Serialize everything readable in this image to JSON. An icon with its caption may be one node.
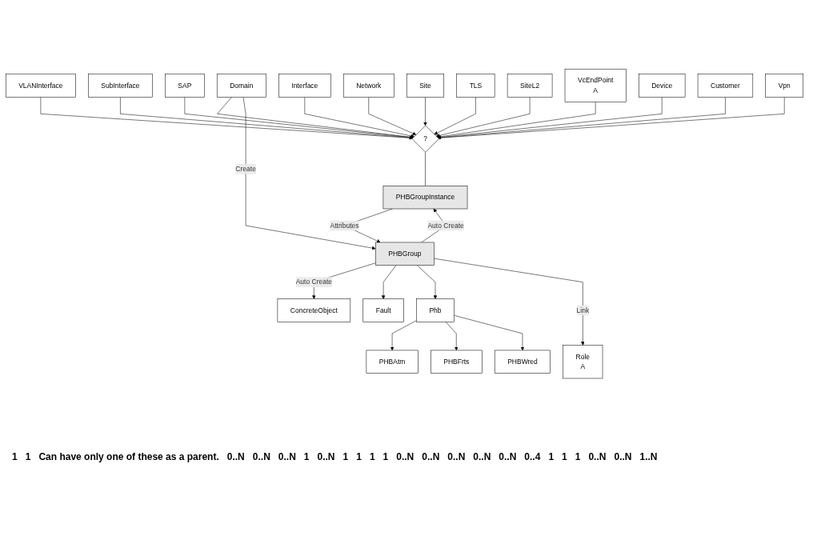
{
  "diagram": {
    "nodes": [
      {
        "text": [
          "VLANInterface"
        ]
      },
      {
        "text": [
          "SubInterface"
        ]
      },
      {
        "text": [
          "SAP"
        ]
      },
      {
        "text": [
          "Interface"
        ]
      },
      {
        "text": [
          "Network"
        ]
      },
      {
        "text": [
          "Site"
        ]
      },
      {
        "text": [
          "Domain"
        ]
      },
      {
        "text": [
          "TLS"
        ]
      },
      {
        "text": [
          "SiteL2"
        ]
      },
      {
        "text": [
          "VcEndPoint",
          "A"
        ]
      },
      {
        "text": [
          "Device"
        ]
      },
      {
        "text": [
          "Customer"
        ]
      },
      {
        "text": [
          "Vpn"
        ]
      },
      {
        "text": [
          "?"
        ]
      },
      {
        "text": [
          "PHBGroupInstance"
        ]
      },
      {
        "text": [
          "PHBGroup"
        ]
      },
      {
        "text": [
          "ConcreteObject"
        ]
      },
      {
        "text": [
          "Fault"
        ]
      },
      {
        "text": [
          "Phb"
        ]
      },
      {
        "text": [
          "Role",
          "A"
        ]
      },
      {
        "text": [
          "PHBAtm"
        ]
      },
      {
        "text": [
          "PHBFrts"
        ]
      },
      {
        "text": [
          "PHBWred"
        ]
      }
    ],
    "edges": [
      {
        "from": 0,
        "to": 13,
        "arrow": "to"
      },
      {
        "from": 1,
        "to": 13,
        "arrow": "to"
      },
      {
        "from": 2,
        "to": 13,
        "arrow": "to"
      },
      {
        "from": 3,
        "to": 13,
        "arrow": "to"
      },
      {
        "from": 4,
        "to": 13,
        "arrow": "to"
      },
      {
        "from": 5,
        "to": 13,
        "arrow": "to"
      },
      {
        "from": 6,
        "to": 13,
        "arrow": "to"
      },
      {
        "from": 7,
        "to": 13,
        "arrow": "to"
      },
      {
        "from": 8,
        "to": 13,
        "arrow": "to"
      },
      {
        "from": 9,
        "to": 13,
        "arrow": "to"
      },
      {
        "from": 10,
        "to": 13,
        "arrow": "to"
      },
      {
        "from": 11,
        "to": 13,
        "arrow": "to"
      },
      {
        "from": 12,
        "to": 13,
        "arrow": "to"
      },
      {
        "from": 13,
        "to": 14,
        "arrow": "none"
      },
      {
        "from": 6,
        "to": 15,
        "label": "Create",
        "arrow": "to"
      },
      {
        "from": 15,
        "to": 14,
        "label": "Auto Create",
        "arrow": "to"
      },
      {
        "from": 14,
        "to": 15,
        "label": "Attributes",
        "arrow": "to"
      },
      {
        "from": 15,
        "to": 16,
        "label": "Auto Create",
        "arrow": "to"
      },
      {
        "from": 15,
        "to": 17,
        "arrow": "to"
      },
      {
        "from": 15,
        "to": 18,
        "arrow": "to"
      },
      {
        "from": 15,
        "to": 19,
        "label": "Link",
        "arrow": "to"
      },
      {
        "from": 18,
        "to": 20,
        "arrow": "to"
      },
      {
        "from": 18,
        "to": 21,
        "arrow": "to"
      },
      {
        "from": 18,
        "to": 22,
        "arrow": "to"
      }
    ],
    "labels": [
      "1",
      "1",
      "Can have only one of these as a parent.",
      "0..N",
      "0..N",
      "0..N",
      "1",
      "0..N",
      "1",
      "1",
      "1",
      "1",
      "0..N",
      "0..N",
      "0..N",
      "0..N",
      "0..N",
      "0..4",
      "1",
      "1",
      "1",
      "0..N",
      "0..N",
      "1..N"
    ]
  }
}
